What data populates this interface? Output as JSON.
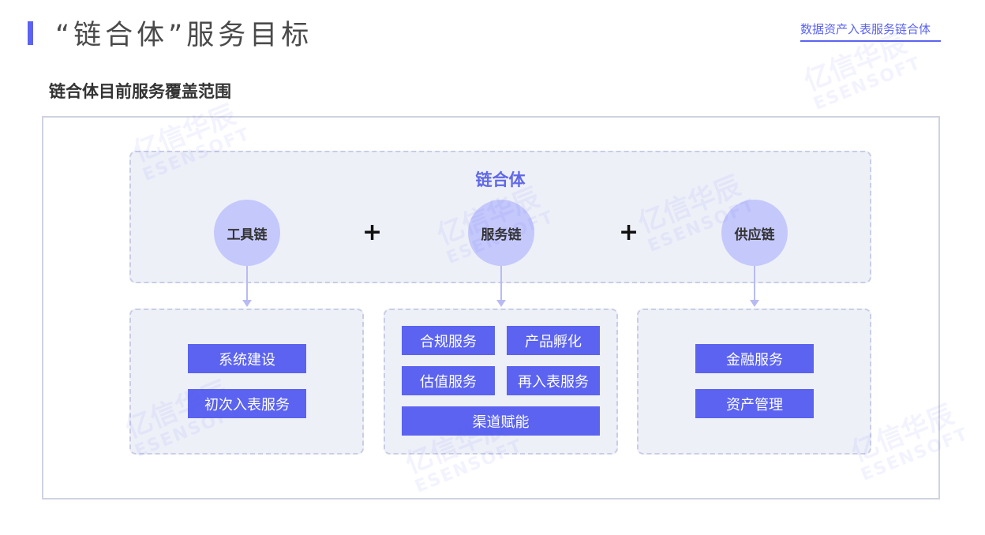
{
  "header": {
    "title": "“链合体”服务目标",
    "top_right_label": "数据资产入表服务链合体",
    "subtitle": "链合体目前服务覆盖范围"
  },
  "diagram": {
    "chain_title": "链合体",
    "plus_symbol": "+",
    "nodes": [
      {
        "label": "工具链"
      },
      {
        "label": "服务链"
      },
      {
        "label": "供应链"
      }
    ],
    "groups": {
      "tool": [
        "系统建设",
        "初次入表服务"
      ],
      "service": [
        "合规服务",
        "产品孵化",
        "估值服务",
        "再入表服务",
        "渠道赋能"
      ],
      "supply": [
        "金融服务",
        "资产管理"
      ]
    }
  },
  "watermark": {
    "name": "亿信华辰",
    "latin": "ESENSOFT"
  },
  "colors": {
    "accent": "#5b63f0",
    "circle_fill": "#c5c8fb",
    "panel_fill": "#eef0f8",
    "panel_border": "#c9cde4"
  }
}
